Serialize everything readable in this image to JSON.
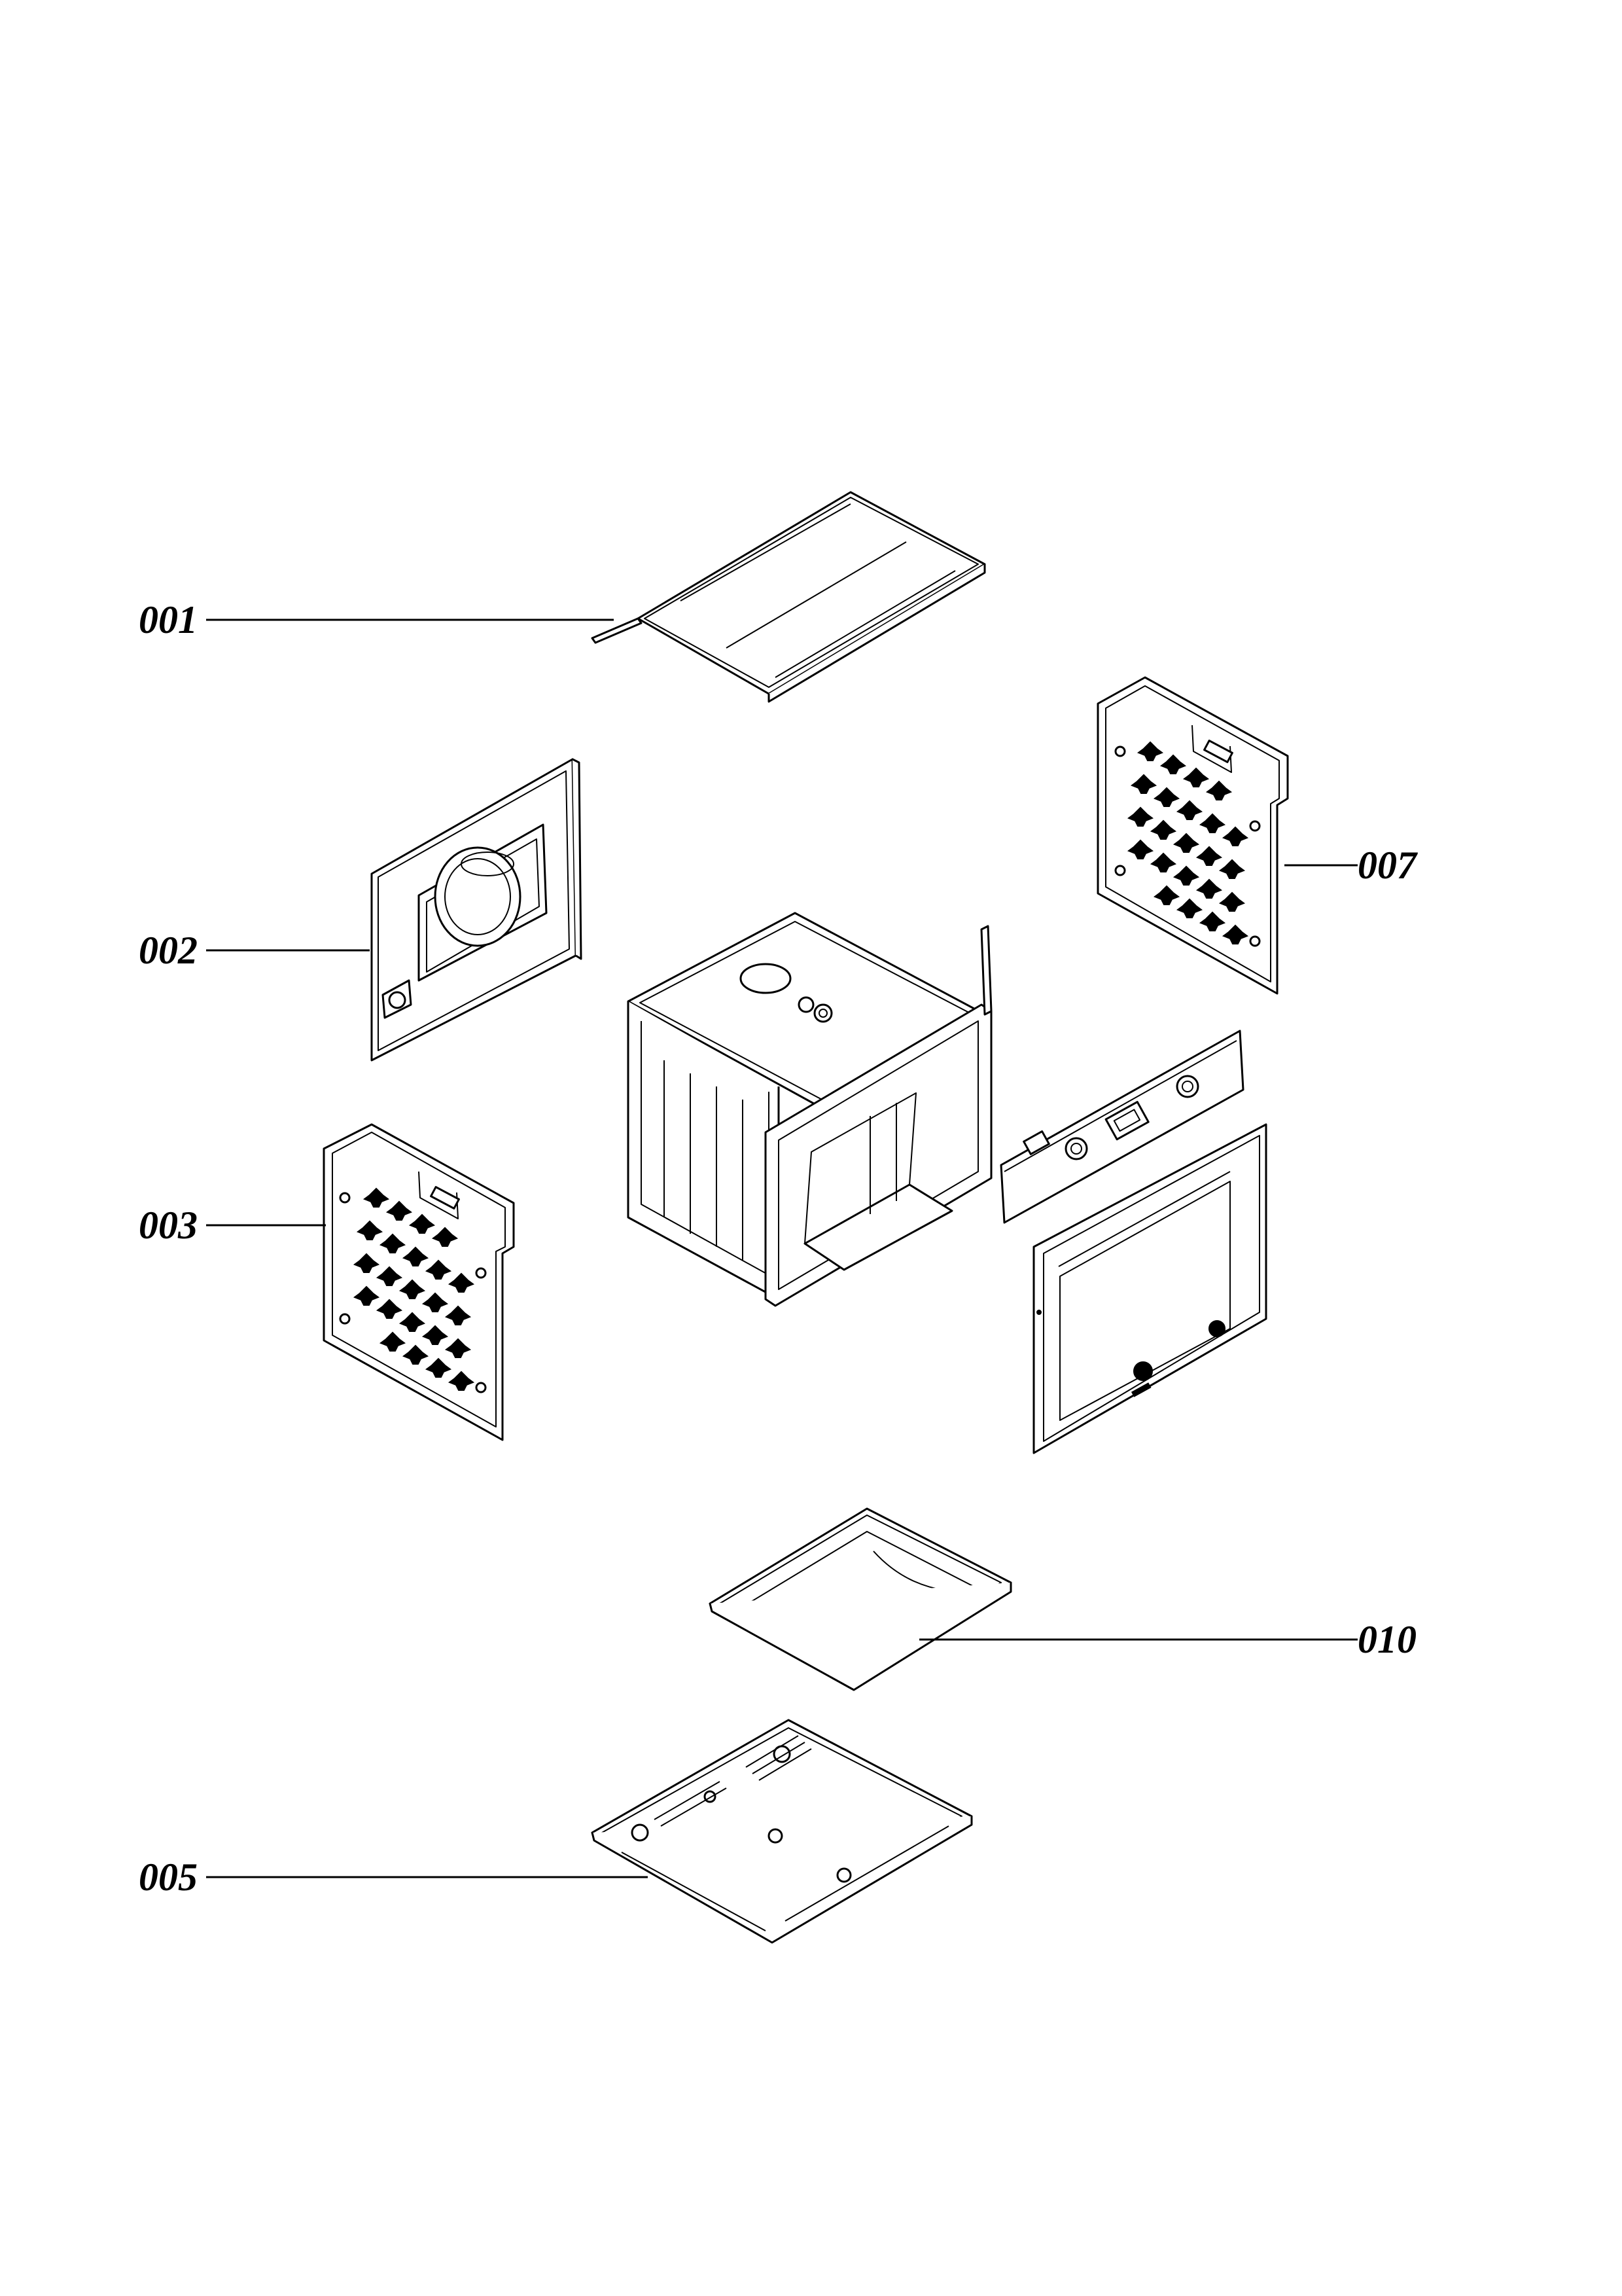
{
  "callouts": [
    {
      "id": "001",
      "label": "001",
      "part": "top panel"
    },
    {
      "id": "002",
      "label": "002",
      "part": "rear panel"
    },
    {
      "id": "003",
      "label": "003",
      "part": "left side panel"
    },
    {
      "id": "005",
      "label": "005",
      "part": "bottom panel"
    },
    {
      "id": "007",
      "label": "007",
      "part": "right side panel"
    },
    {
      "id": "010",
      "label": "010",
      "part": "drip tray"
    }
  ]
}
